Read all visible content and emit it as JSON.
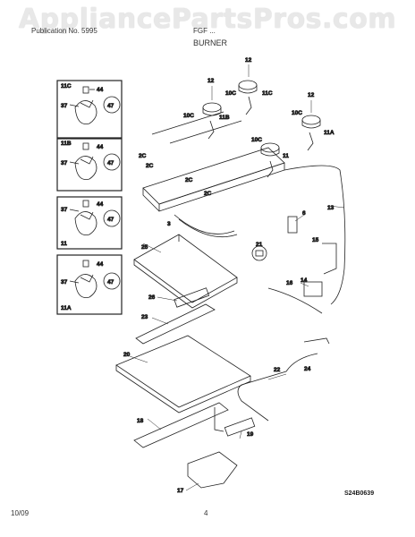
{
  "watermark": "AppliancePartsPros.com",
  "header": {
    "left_text": "Publication No. 5995",
    "mid_text": "FGF ...",
    "section": "BURNER"
  },
  "footer": {
    "date": "10/09",
    "page": "4"
  },
  "diagram_code": "S24B0639",
  "callouts": {
    "c12a": "12",
    "c12b": "12",
    "c12c": "12",
    "c10c_a": "10C",
    "c10c_b": "10C",
    "c10c_c": "10C",
    "c10c_d": "10C",
    "c11c": "11C",
    "c11b": "11B",
    "c11": "11",
    "c11a": "11A",
    "c2c_a": "2C",
    "c2c_b": "2C",
    "c2c_c": "2C",
    "c2c_d": "2C",
    "c3": "3",
    "c6": "6",
    "c13": "13",
    "c15": "15",
    "c14": "14",
    "c16": "16",
    "c21": "21",
    "c25": "25",
    "c26": "26",
    "c23": "23",
    "c20": "20",
    "c22": "22",
    "c24": "24",
    "c18": "18",
    "c19": "19",
    "c17": "17"
  },
  "insets": [
    {
      "label": "11C",
      "p44": "44",
      "p37": "37",
      "p47": "47"
    },
    {
      "label": "11B",
      "p44": "44",
      "p37": "37",
      "p47": "47"
    },
    {
      "label": "11",
      "p44": "44",
      "p37": "37",
      "p47": "47"
    },
    {
      "label": "11A",
      "p44": "44",
      "p37": "37",
      "p47": "47"
    }
  ]
}
